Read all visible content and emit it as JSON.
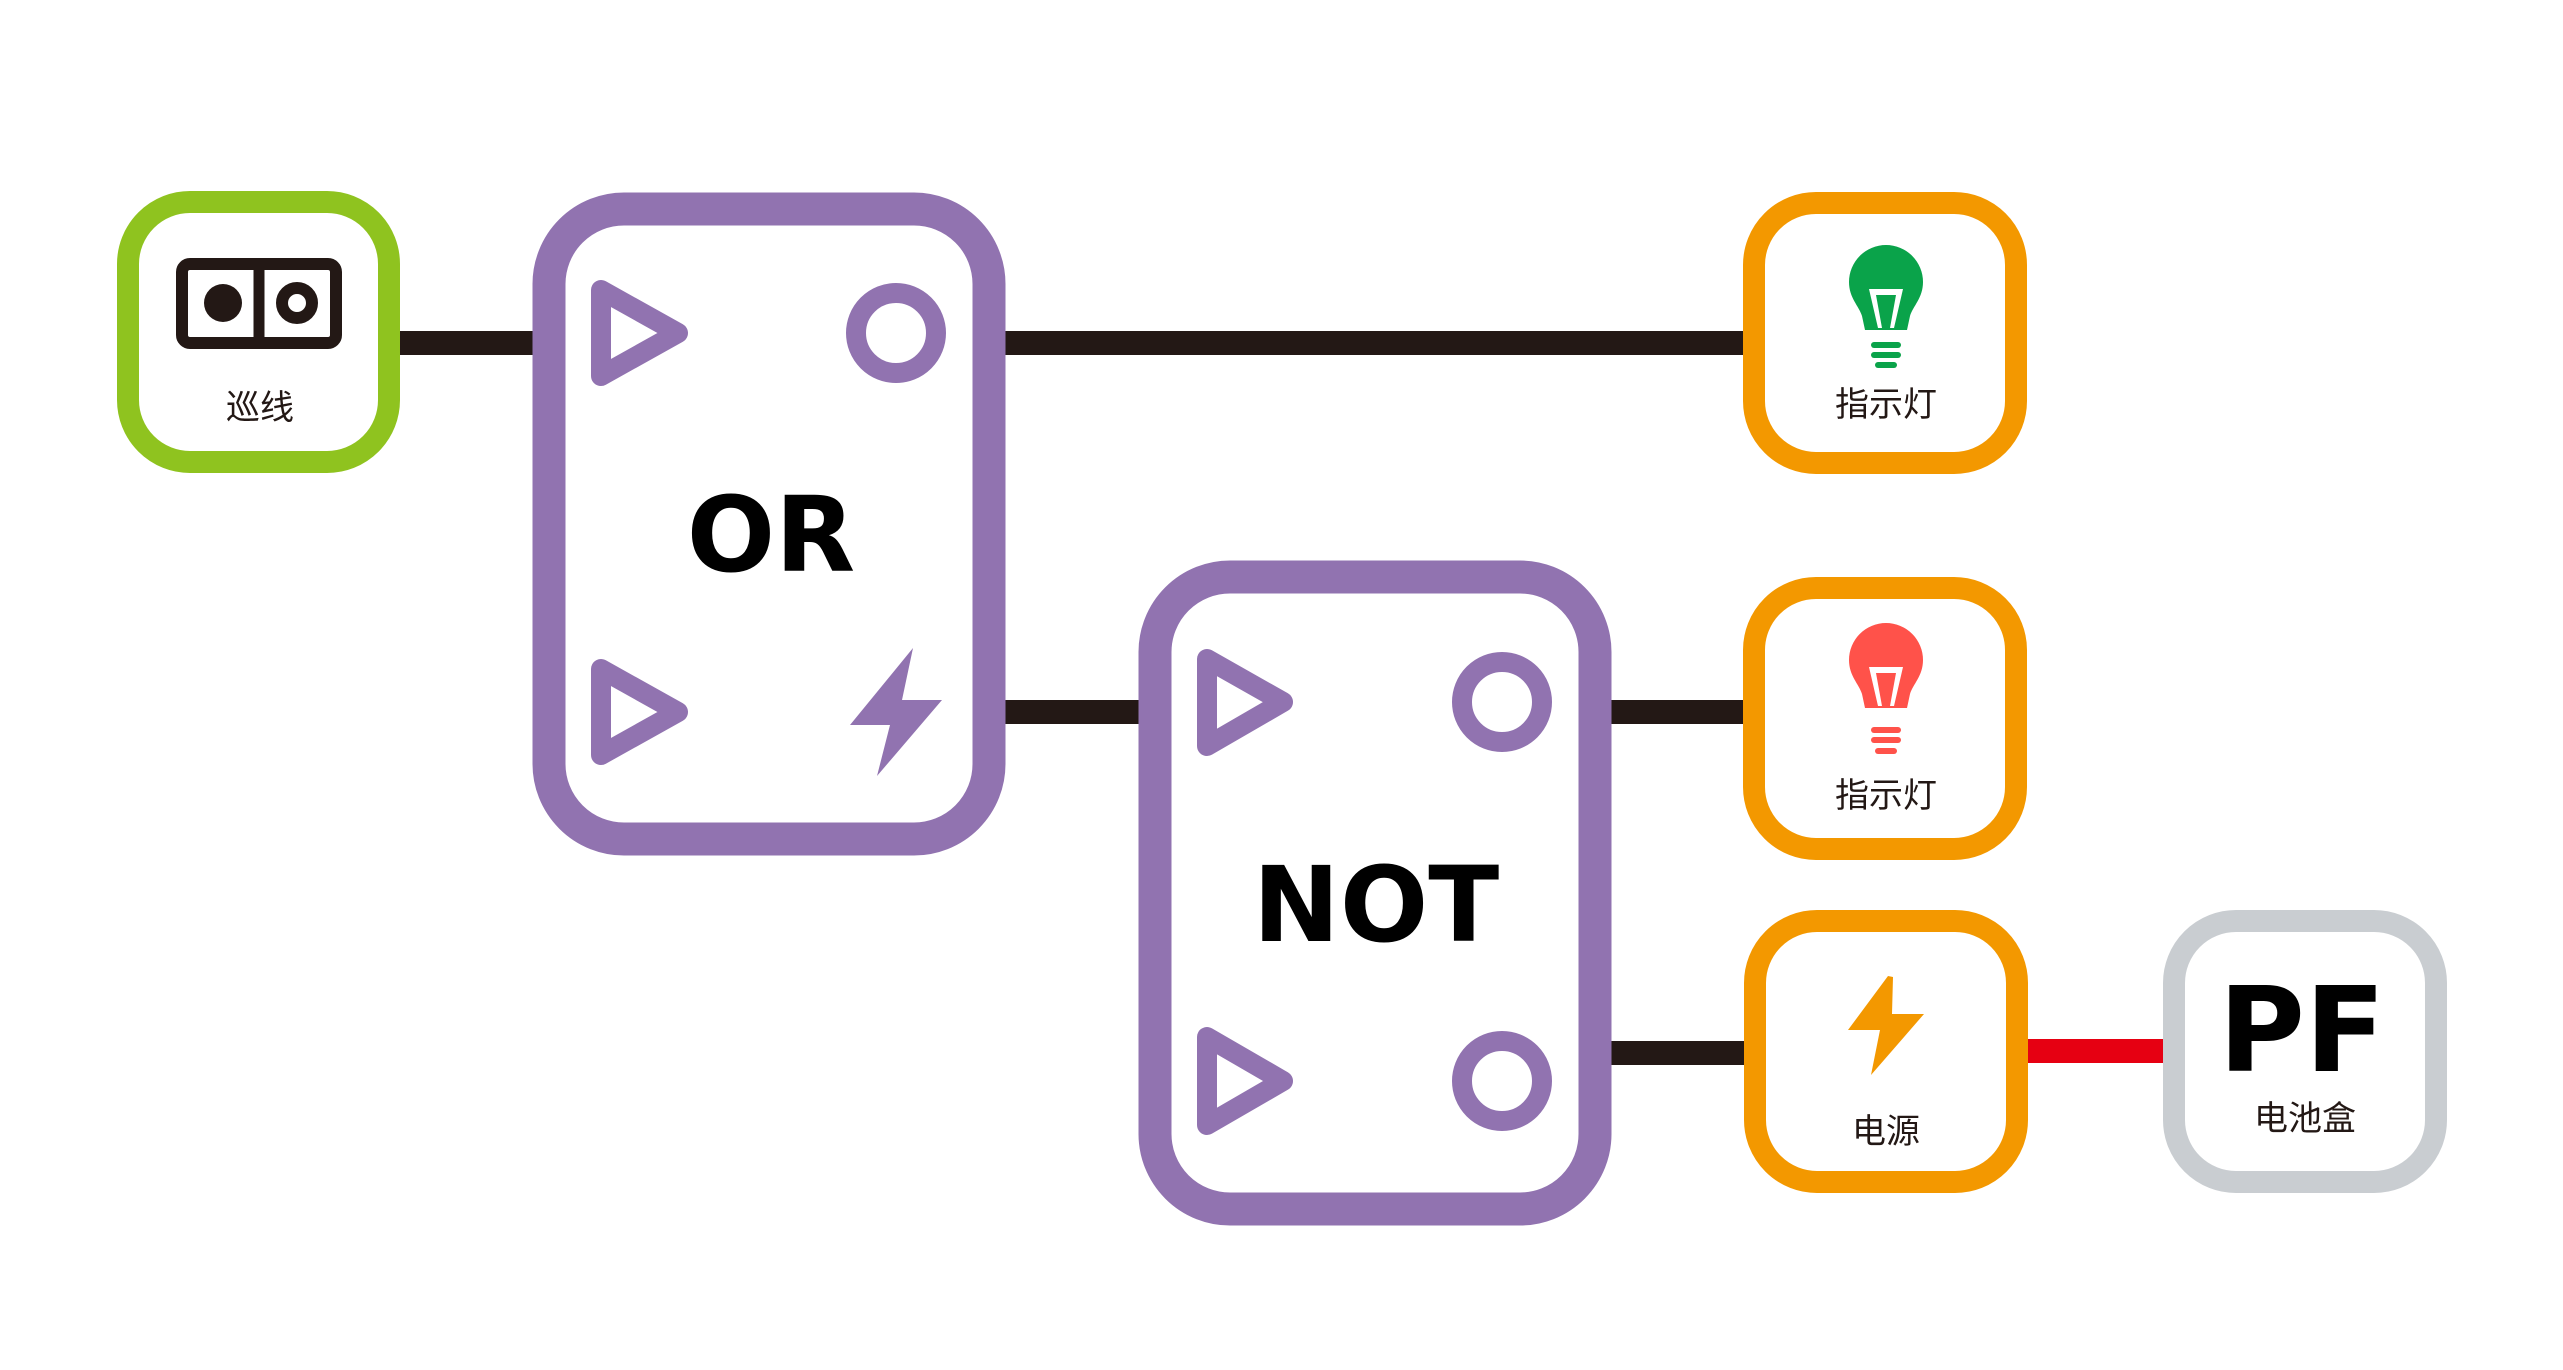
{
  "colors": {
    "wire": "#231815",
    "power_wire": "#e60012",
    "sensor_border": "#8fc31f",
    "gate_border": "#9173b0",
    "output_border": "#f39800",
    "battery_border": "#c9cdd1",
    "bulb_green": "#0aa34a",
    "bulb_red": "#ff524a",
    "bolt_orange": "#f39800",
    "text": "#231815"
  },
  "modules": {
    "line_sensor": {
      "label": "巡线",
      "icon": "line-sensor-icon"
    },
    "or_gate": {
      "label": "OR",
      "ports": [
        "input-triangle-icon",
        "output-circle-icon",
        "input-triangle-icon",
        "power-bolt-icon"
      ]
    },
    "not_gate": {
      "label": "NOT",
      "ports": [
        "input-triangle-icon",
        "output-circle-icon",
        "input-triangle-icon",
        "output-circle-icon"
      ]
    },
    "indicator_green": {
      "label": "指示灯",
      "icon": "light-bulb-icon",
      "color": "green"
    },
    "indicator_red": {
      "label": "指示灯",
      "icon": "light-bulb-icon",
      "color": "red"
    },
    "power": {
      "label": "电源",
      "icon": "lightning-bolt-icon"
    },
    "battery_box": {
      "title": "PF",
      "label": "电池盒"
    }
  },
  "connections": [
    {
      "from": "line_sensor",
      "to": "or_gate.input_top",
      "type": "signal"
    },
    {
      "from": "or_gate.output_top",
      "to": "indicator_green",
      "type": "signal"
    },
    {
      "from": "or_gate.power",
      "to": "not_gate.input_top",
      "type": "signal"
    },
    {
      "from": "not_gate.output_top",
      "to": "indicator_red",
      "type": "signal"
    },
    {
      "from": "not_gate.output_bottom",
      "to": "power",
      "type": "signal"
    },
    {
      "from": "power",
      "to": "battery_box",
      "type": "power"
    }
  ]
}
